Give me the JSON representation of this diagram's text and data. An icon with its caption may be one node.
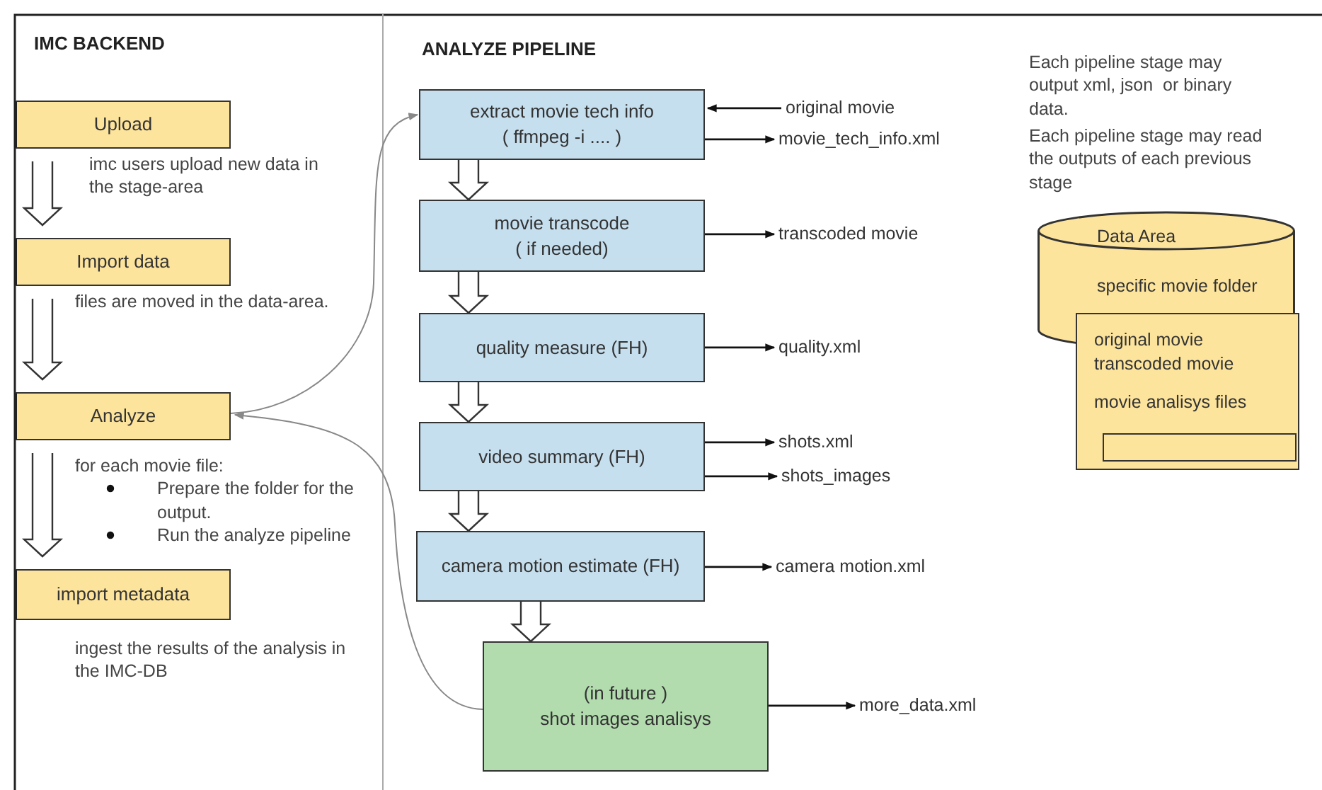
{
  "diagram": {
    "nodes": [
      {
        "text": [
          "Upload"
        ],
        "beside": [
          "imc users upload new data in the stage-area"
        ]
      },
      {
        "text": [
          "Import data"
        ],
        "beside": [
          "files are moved in the data-area."
        ]
      },
      {
        "text": [
          "Analyze"
        ],
        "beside": [
          "for each movie file:",
          "Prepare the folder for the output.",
          "Run the analyze pipeline"
        ]
      },
      {
        "text": [
          "import metadata"
        ],
        "beside": [
          "ingest the results of the analysis in the IMC-DB"
        ]
      },
      {
        "text": [
          "extract movie tech info",
          "( ffmpeg -i .... )"
        ]
      },
      {
        "text": [
          "movie transcode",
          "( if needed)"
        ]
      },
      {
        "text": [
          "quality measure (FH)"
        ]
      },
      {
        "text": [
          "video summary (FH)"
        ]
      },
      {
        "text": [
          "camera motion estimate (FH)"
        ]
      },
      {
        "text": [
          "(in future )",
          "shot images analisys"
        ]
      },
      {
        "text": [
          "original movie"
        ]
      },
      {
        "text": [
          "movie_tech_info.xml"
        ]
      },
      {
        "text": [
          "transcoded movie"
        ]
      },
      {
        "text": [
          "quality.xml"
        ]
      },
      {
        "text": [
          "shots.xml"
        ]
      },
      {
        "text": [
          "shots_images"
        ]
      },
      {
        "text": [
          "camera motion.xml"
        ]
      },
      {
        "text": [
          "more_data.xml"
        ]
      },
      {
        "text": [
          "Data Area",
          "specific movie folder"
        ]
      },
      {
        "text": [
          "original movie transcoded movie",
          "movie analisys files"
        ]
      },
      {
        "text": [],
        "shape": "box",
        "in": 19
      }
    ],
    "edges": [
      {
        "from": 0,
        "to": 1,
        "arrow": "to",
        "style": "thick"
      },
      {
        "from": 1,
        "to": 2,
        "arrow": "to",
        "style": "thick"
      },
      {
        "from": 2,
        "to": 3,
        "arrow": "to",
        "style": "thick"
      },
      {
        "from": 4,
        "to": 5,
        "arrow": "to",
        "style": "thick"
      },
      {
        "from": 5,
        "to": 6,
        "arrow": "to",
        "style": "thick"
      },
      {
        "from": 6,
        "to": 7,
        "arrow": "to",
        "style": "thick"
      },
      {
        "from": 7,
        "to": 8,
        "arrow": "to",
        "style": "thick"
      },
      {
        "from": 8,
        "to": 9,
        "arrow": "to",
        "style": "thick"
      },
      {
        "from": 10,
        "to": 4,
        "arrow": "to"
      },
      {
        "from": 4,
        "to": 11,
        "arrow": "to"
      },
      {
        "from": 5,
        "to": 12,
        "arrow": "to"
      },
      {
        "from": 6,
        "to": 13,
        "arrow": "to"
      },
      {
        "from": 7,
        "to": 14,
        "arrow": "to"
      },
      {
        "from": 7,
        "to": 15,
        "arrow": "to"
      },
      {
        "from": 8,
        "to": 16,
        "arrow": "to"
      },
      {
        "from": 9,
        "to": 17,
        "arrow": "to"
      },
      {
        "from": 2,
        "to": 4,
        "arrow": "to",
        "color": "#888888"
      },
      {
        "from": 9,
        "to": 2,
        "arrow": "to",
        "color": "#888888"
      }
    ],
    "labels": [
      "IMC BACKEND",
      "ANALYZE PIPELINE",
      "Each pipeline stage may output xml, json  or binary data.",
      "Each pipeline stage may read the outputs of each previous stage"
    ]
  }
}
